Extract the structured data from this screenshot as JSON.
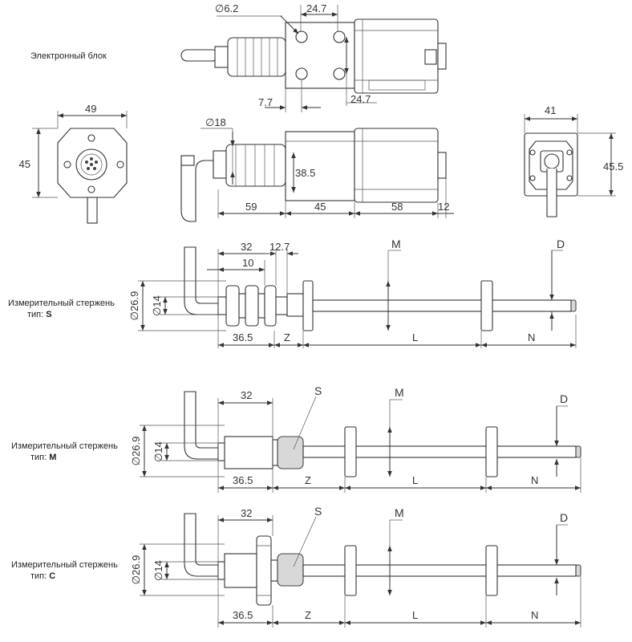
{
  "labels": {
    "electronic_block": "Электронный блок",
    "rod_s_line1": "Измерительный стержень",
    "rod_s_line2_prefix": "тип: ",
    "rod_s_type": "S",
    "rod_m_line1": "Измерительный стержень",
    "rod_m_line2_prefix": "тип: ",
    "rod_m_type": "M",
    "rod_c_line1": "Измерительный стержень",
    "rod_c_line2_prefix": "тип: ",
    "rod_c_type": "C"
  },
  "top_view_dims": {
    "hole_diameter": "∅6.2",
    "hole_spacing_top": "24.7",
    "hole_offset": "7.7",
    "hole_spacing_side": "24.7"
  },
  "front_view_dims": {
    "width": "49",
    "height": "45"
  },
  "side_view_dims": {
    "diameter": "∅18",
    "block_height": "38.5",
    "seg1": "59",
    "seg2": "45",
    "seg3": "58",
    "seg4": "12"
  },
  "rear_view_dims": {
    "width": "41",
    "height": "45.5"
  },
  "rod_s_dims": {
    "d_outer": "∅26.9",
    "d_inner": "∅14",
    "len_32": "32",
    "len_12_7": "12.7",
    "len_10": "10",
    "len_36_5": "36.5",
    "z": "Z",
    "l": "L",
    "n": "N",
    "m": "M",
    "d": "D"
  },
  "rod_m_dims": {
    "d_outer": "∅26.9",
    "d_inner": "∅14",
    "len_32": "32",
    "s": "S",
    "len_36_5": "36.5",
    "z": "Z",
    "l": "L",
    "n": "N",
    "m": "M",
    "d": "D"
  },
  "rod_c_dims": {
    "d_outer": "∅26.9",
    "d_inner": "∅14",
    "len_32": "32",
    "s": "S",
    "len_36_5": "36.5",
    "z": "Z",
    "l": "L",
    "n": "N",
    "m": "M",
    "d": "D"
  }
}
